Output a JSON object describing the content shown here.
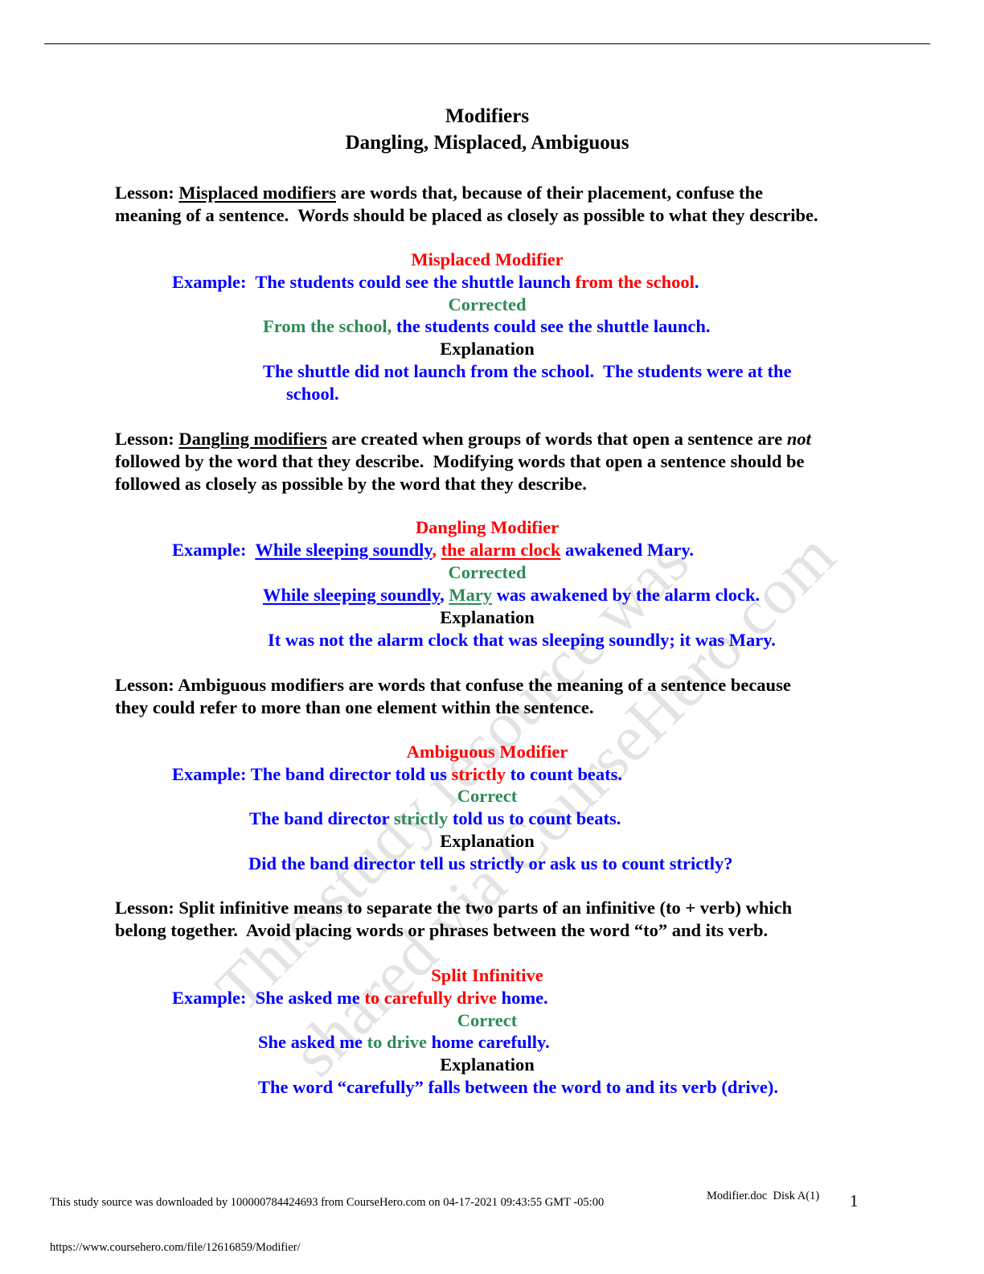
{
  "colors": {
    "black": "#000000",
    "blue": "#0000ff",
    "red": "#ff0000",
    "green": "#2e8b57"
  },
  "title": "Modifiers",
  "subtitle": "Dangling, Misplaced, Ambiguous",
  "lines": [
    [
      {
        "t": "Lesson: ",
        "c": "black"
      },
      {
        "t": "Misplaced modifiers",
        "c": "black",
        "u": true
      },
      {
        "t": " are words that, because of their placement, confuse the",
        "c": "black"
      }
    ],
    [
      {
        "t": "meaning of a sentence.  Words should be placed as closely as possible to what they describe.",
        "c": "black"
      }
    ],
    [
      {
        "t": "Misplaced Modifier",
        "c": "red"
      }
    ],
    [
      {
        "t": "Example:  The students could see the shuttle launch ",
        "c": "blue"
      },
      {
        "t": "from the school",
        "c": "red"
      },
      {
        "t": ".",
        "c": "blue"
      }
    ],
    [
      {
        "t": "Corrected",
        "c": "green"
      }
    ],
    [
      {
        "t": "From the school, ",
        "c": "green"
      },
      {
        "t": "the students could see the shuttle launch.",
        "c": "blue"
      }
    ],
    [
      {
        "t": "Explanation",
        "c": "black"
      }
    ],
    [
      {
        "t": "The shuttle did not launch from the school.  The students were at the",
        "c": "blue"
      }
    ],
    [
      {
        "t": "school.",
        "c": "blue"
      }
    ],
    [
      {
        "t": "Lesson: ",
        "c": "black"
      },
      {
        "t": "Dangling modifiers",
        "c": "black",
        "u": true
      },
      {
        "t": " are created when groups of words that open a sentence are ",
        "c": "black"
      },
      {
        "t": "not",
        "c": "black",
        "i": true
      }
    ],
    [
      {
        "t": "followed by the word that they describe.  Modifying words that open a sentence should be",
        "c": "black"
      }
    ],
    [
      {
        "t": "followed as closely as possible by the word that they describe.",
        "c": "black"
      }
    ],
    [
      {
        "t": "Dangling Modifier",
        "c": "red"
      }
    ],
    [
      {
        "t": "Example:  ",
        "c": "blue"
      },
      {
        "t": "While sleeping soundly",
        "c": "blue",
        "u": true
      },
      {
        "t": ", ",
        "c": "red"
      },
      {
        "t": "the alarm clock",
        "c": "red",
        "u": true
      },
      {
        "t": " awakened Mary.",
        "c": "blue"
      }
    ],
    [
      {
        "t": "Corrected",
        "c": "green"
      }
    ],
    [
      {
        "t": "While sleeping soundly",
        "c": "blue",
        "u": true
      },
      {
        "t": ", ",
        "c": "blue"
      },
      {
        "t": "Mary",
        "c": "green",
        "u": true
      },
      {
        "t": " was awakened by the alarm clock.",
        "c": "blue"
      }
    ],
    [
      {
        "t": "Explanation",
        "c": "black"
      }
    ],
    [
      {
        "t": "It was not the alarm clock that was sleeping soundly; it was Mary.",
        "c": "blue"
      }
    ],
    [
      {
        "t": "Lesson: Ambiguous modifiers are words that confuse the meaning of a sentence because",
        "c": "black"
      }
    ],
    [
      {
        "t": "they could refer to more than one element within the sentence.",
        "c": "black"
      }
    ],
    [
      {
        "t": "Ambiguous Modifier",
        "c": "red"
      }
    ],
    [
      {
        "t": "Example: The band director told us ",
        "c": "blue"
      },
      {
        "t": "strictly",
        "c": "red"
      },
      {
        "t": " to count beats.",
        "c": "blue"
      }
    ],
    [
      {
        "t": "Correct",
        "c": "green"
      }
    ],
    [
      {
        "t": "The band director ",
        "c": "blue"
      },
      {
        "t": "strictly",
        "c": "green"
      },
      {
        "t": " told us to count beats.",
        "c": "blue"
      }
    ],
    [
      {
        "t": "Explanation",
        "c": "black"
      }
    ],
    [
      {
        "t": "Did the band director tell us strictly or ask us to count strictly?",
        "c": "blue"
      }
    ],
    [
      {
        "t": "Lesson: Split infinitive means to separate the two parts of an infinitive (to + verb) which",
        "c": "black"
      }
    ],
    [
      {
        "t": "belong together.  Avoid placing words or phrases between the word “to” and its verb.",
        "c": "black"
      }
    ],
    [
      {
        "t": "Split Infinitive",
        "c": "red"
      }
    ],
    [
      {
        "t": "Example:  She asked me ",
        "c": "blue"
      },
      {
        "t": "to carefully drive",
        "c": "red"
      },
      {
        "t": " home.",
        "c": "blue"
      }
    ],
    [
      {
        "t": "Correct",
        "c": "green"
      }
    ],
    [
      {
        "t": "She asked me ",
        "c": "blue"
      },
      {
        "t": "to drive",
        "c": "green"
      },
      {
        "t": " home carefully.",
        "c": "blue"
      }
    ],
    [
      {
        "t": "Explanation",
        "c": "black"
      }
    ],
    [
      {
        "t": "The word “carefully” falls between the word to and its verb (drive).",
        "c": "blue"
      }
    ]
  ],
  "watermark": {
    "line1": "This study resource was",
    "line2": "shared via CourseHero.com"
  },
  "footer": {
    "download_note": "This study source was downloaded by 100000784424693 from CourseHero.com on 04-17-2021 09:43:55 GMT -05:00",
    "doc_label": "Modifier.doc  Disk A(1)",
    "page_number": "1",
    "url": "https://www.coursehero.com/file/12616859/Modifier/"
  }
}
